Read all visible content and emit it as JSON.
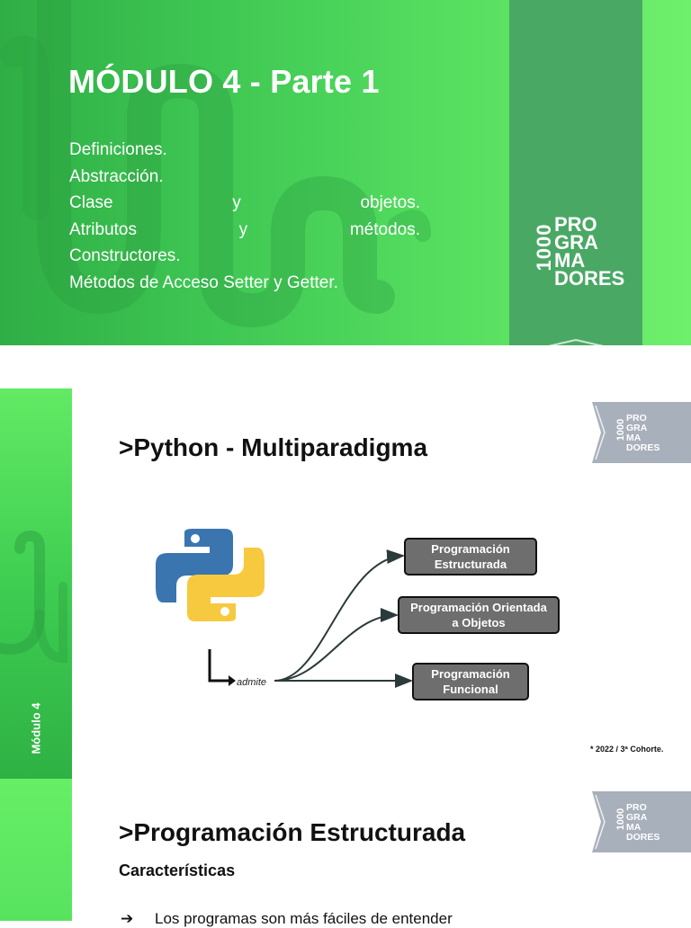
{
  "slide1": {
    "title": "MÓDULO 4 - Parte 1",
    "topics": [
      {
        "parts": [
          "Definiciones."
        ]
      },
      {
        "parts": [
          "Abstracción."
        ]
      },
      {
        "parts": [
          "Clase",
          "y",
          "objetos."
        ]
      },
      {
        "parts": [
          "Atributos",
          "y",
          "métodos."
        ]
      },
      {
        "parts": [
          "Constructores."
        ]
      },
      {
        "parts": [
          "Métodos de Acceso Setter y Getter."
        ]
      }
    ],
    "logo": {
      "number": "1000",
      "words": [
        "PRO",
        "GRA",
        "MA",
        "DORES"
      ]
    }
  },
  "slide2": {
    "sidebar_label": "Módulo 4",
    "heading": ">Python - Multiparadigma",
    "tag": {
      "number": "1000",
      "words": [
        "PRO",
        "GRA",
        "MA",
        "DORES"
      ]
    },
    "diagram": {
      "edge_label": "admite",
      "nodes": [
        [
          "Programación",
          "Estructurada"
        ],
        [
          "Programación Orientada",
          "a Objetos"
        ],
        [
          "Programación",
          "Funcional"
        ]
      ]
    },
    "footnote": "* 2022 / 3ª Cohorte."
  },
  "slide3": {
    "heading": ">Programación Estructurada",
    "subheading": "Características",
    "tag": {
      "number": "1000",
      "words": [
        "PRO",
        "GRA",
        "MA",
        "DORES"
      ]
    },
    "bullets": [
      {
        "arrow": "➔",
        "text": "Los programas son más fáciles de entender"
      }
    ]
  },
  "colors": {
    "green_dark": "#2fae45",
    "green_light": "#6ff06c",
    "ribbon": "#4aa865",
    "tag_gray": "#a8b0bb",
    "node_fill": "#6e6e6e",
    "python_blue": "#3a75b0",
    "python_yellow": "#f7c93e"
  }
}
